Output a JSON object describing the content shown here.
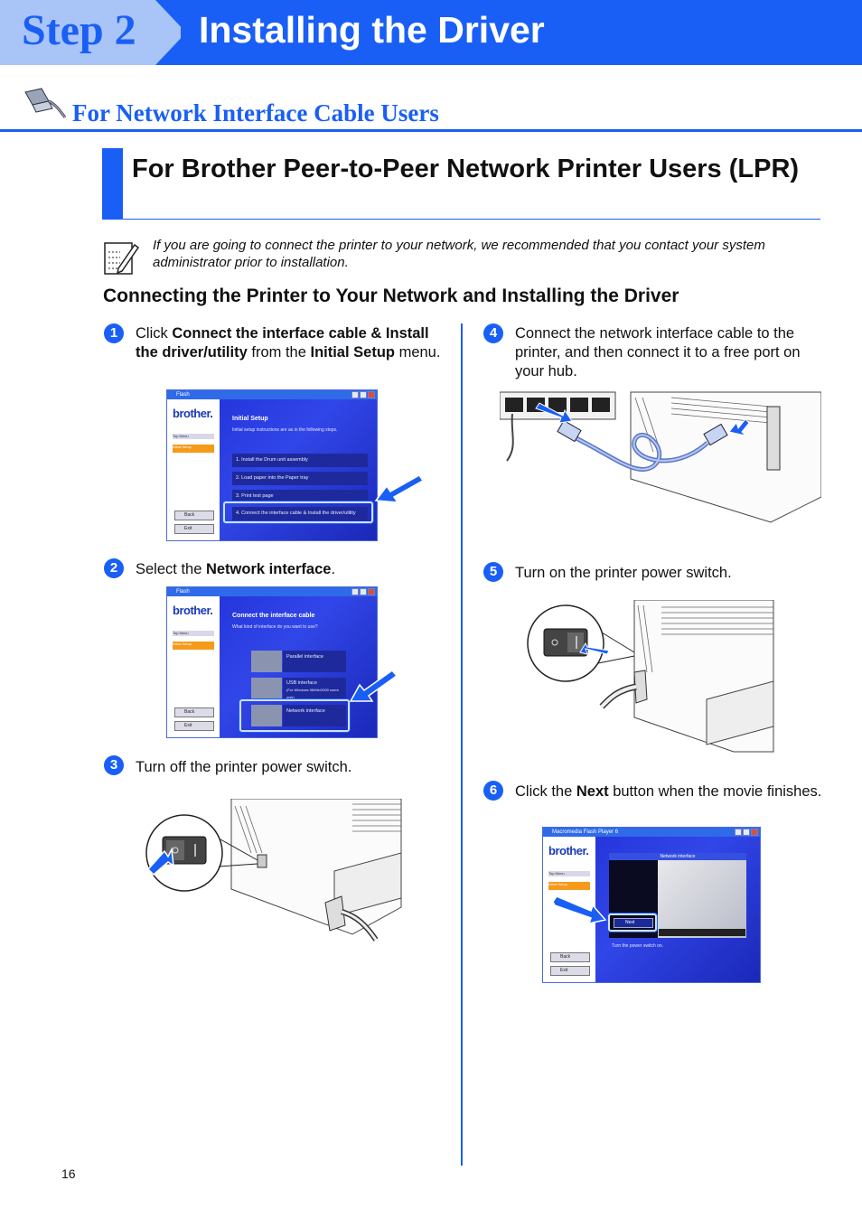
{
  "header": {
    "step": "Step 2",
    "title": "Installing the Driver"
  },
  "section": {
    "title": "For Network Interface Cable Users"
  },
  "subsection": {
    "title": "For Brother Peer-to-Peer Network Printer Users (LPR)"
  },
  "note": {
    "text": "If you are going to connect the printer to your network, we recommended that you contact your system administrator prior to installation."
  },
  "heading": "Connecting the Printer to Your Network and Installing the Driver",
  "steps": [
    {
      "num": "1",
      "t1": "Click ",
      "b1": "Connect the interface cable & Install the driver/utility",
      "t2": " from the ",
      "b2": "Initial Setup",
      "t3": " menu."
    },
    {
      "num": "2",
      "t1": "Select the ",
      "b1": "Network interface",
      "t2": "."
    },
    {
      "num": "3",
      "t1": "Turn off the printer power switch."
    },
    {
      "num": "4",
      "t1": "Connect the network interface cable to the printer, and then connect it to a free port on your hub."
    },
    {
      "num": "5",
      "t1": "Turn on the printer power switch."
    },
    {
      "num": "6",
      "t1": "Click the ",
      "b1": "Next",
      "t2": " button when the movie finishes."
    }
  ],
  "shot1": {
    "window_title": "Flash",
    "logo": "brother.",
    "menu_top": "Top Menu",
    "menu_initial": "Initial Setup",
    "panel_title": "Initial Setup",
    "panel_sub": "Initial setup instructions are as in the following steps.",
    "items": [
      "1. Install the Drum unit assembly",
      "2. Load paper into the Paper tray",
      "3. Print test page",
      "4. Connect the interface cable & Install the driver/utility"
    ],
    "back": "Back",
    "exit": "Exit"
  },
  "shot2": {
    "window_title": "Flash",
    "logo": "brother.",
    "menu_top": "Top Menu",
    "menu_initial": "Initial Setup",
    "panel_title": "Connect the interface cable",
    "panel_sub": "What kind of interface do you want to use?",
    "items": [
      "Parallel interface",
      "USB interface",
      "Network interface"
    ],
    "usb_note": "(For Windows 98/Me/2000 users only)",
    "back": "Back",
    "exit": "Exit"
  },
  "shot6": {
    "window_title": "Macromedia Flash Player 6",
    "logo": "brother.",
    "menu_top": "Top Menu",
    "menu_initial": "Initial Setup",
    "panel_title": "Network interface",
    "next": "Next",
    "caption": "Turn the power switch on.",
    "back": "Back",
    "exit": "Exit"
  },
  "page_number": "16",
  "colors": {
    "brand_blue": "#1a5ff5",
    "orange": "#f59a1a"
  }
}
